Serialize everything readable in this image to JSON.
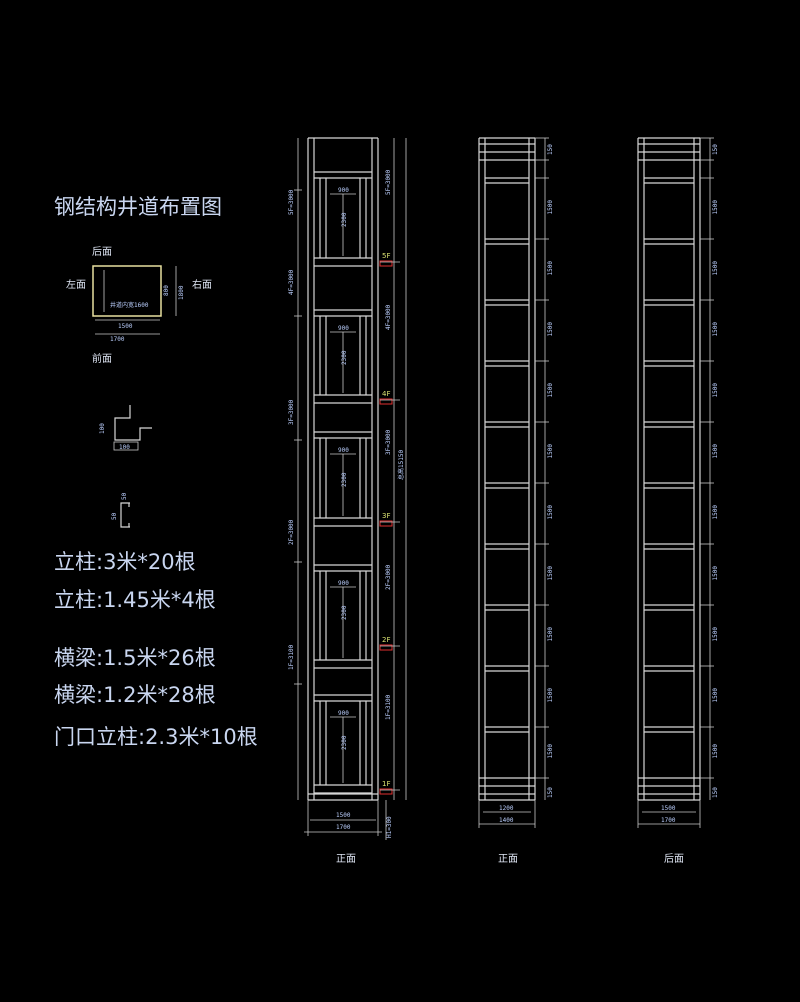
{
  "title": "钢结构井道布置图",
  "plan": {
    "back": "后面",
    "left": "左面",
    "right": "右面",
    "front": "前面",
    "inner_width": "1500",
    "outer_width": "1700",
    "inner_label": "井道内宽1600",
    "side_dim": "1800",
    "depth_dim": "800"
  },
  "profiles": {
    "z_height": "100",
    "z_width": "100",
    "c_height": "50",
    "c_depth": "50"
  },
  "materials": [
    "立柱:3米*20根",
    "立柱:1.45米*4根",
    "横梁:1.5米*26根",
    "横梁:1.2米*28根",
    "门口立柱:2.3米*10根"
  ],
  "front_view": {
    "label": "正面",
    "floors": [
      "5F",
      "4F",
      "3F",
      "2F",
      "1F"
    ],
    "door_width": "900",
    "door_height": "2300",
    "floor_heights": [
      "5F=3000",
      "4F=3000",
      "3F=3000",
      "2F=3000",
      "1F=3100"
    ],
    "total_height": "总高15150",
    "pit": "H1=300",
    "width_inner": "1500",
    "width_outer": "1700"
  },
  "side_view": {
    "label": "正面",
    "top_dim": "150",
    "bay_dim": "1500",
    "bottom_dim": "150",
    "width_inner": "1200",
    "width_outer": "1400"
  },
  "back_view": {
    "label": "后面",
    "top_dim": "150",
    "bay_dim": "1500",
    "bottom_dim": "150",
    "width_inner": "1500",
    "width_outer": "1700"
  },
  "colors": {
    "background": "#000000",
    "lines": "#d6d6d6",
    "text": "#c9d6f0",
    "marker": "#e03030"
  }
}
